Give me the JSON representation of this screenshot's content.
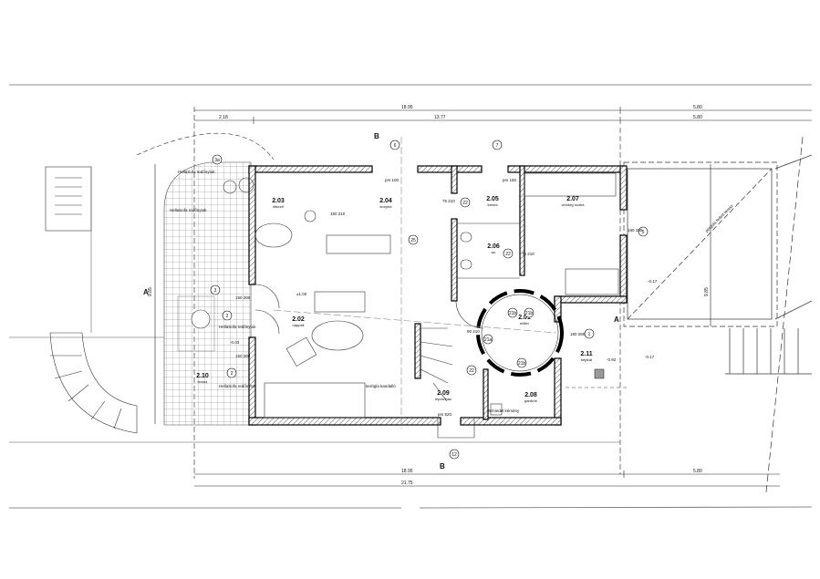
{
  "dimensions": {
    "top_total": "18.95",
    "top_right": "5.80",
    "top_left": "2.18",
    "top_mid": "13.77",
    "top_right2": "5.80",
    "bottom_a": "18.95",
    "bottom_b": "5.80",
    "bottom_total": "21.75",
    "left_height": "9.85",
    "right_height": "9.85"
  },
  "axes": {
    "a": "A",
    "b": "B"
  },
  "rooms": [
    {
      "num": "2.01",
      "name": "előtér"
    },
    {
      "num": "2.02",
      "name": "nappali"
    },
    {
      "num": "2.03",
      "name": "étkező"
    },
    {
      "num": "2.04",
      "name": "konyha"
    },
    {
      "num": "2.05",
      "name": "kamra"
    },
    {
      "num": "2.06",
      "name": "wc"
    },
    {
      "num": "2.07",
      "name": "vendég szoba"
    },
    {
      "num": "2.08",
      "name": "gardrób"
    },
    {
      "num": "2.09",
      "name": "lépcsőház"
    },
    {
      "num": "2.10",
      "name": "terasz"
    },
    {
      "num": "2.11",
      "name": "bejárat"
    }
  ],
  "door_tags": [
    "1",
    "2",
    "2",
    "3",
    "3a",
    "5",
    "6",
    "7",
    "12",
    "21a",
    "21b",
    "21b",
    "21b",
    "22",
    "22",
    "22",
    "25"
  ],
  "notes": {
    "hella1": "HellaSofa redőnytok",
    "hella2": "HellaSofa redőnytok",
    "hella3": "HellaSofa redőnytok",
    "hella4": "HellaSofa redőnytok",
    "fireplace": "kerítgla kandalló",
    "chimney": "Schiedel kémény",
    "pm100": "pm 100",
    "pm150": "pm 150",
    "pm520": "pm 520",
    "level_living": "±1.00",
    "level_terrace": "-0.03",
    "level_entry": "-0.92",
    "level_right1": "-0.17",
    "level_right2": "-0.17",
    "pergola": "pergola fedett terasz",
    "d1": "180 280",
    "d2": "150 280",
    "d3": "150 280",
    "d4": "90 210",
    "d5": "75 210",
    "d6": "75 210",
    "d7": "150 210",
    "d8": "180 180"
  }
}
